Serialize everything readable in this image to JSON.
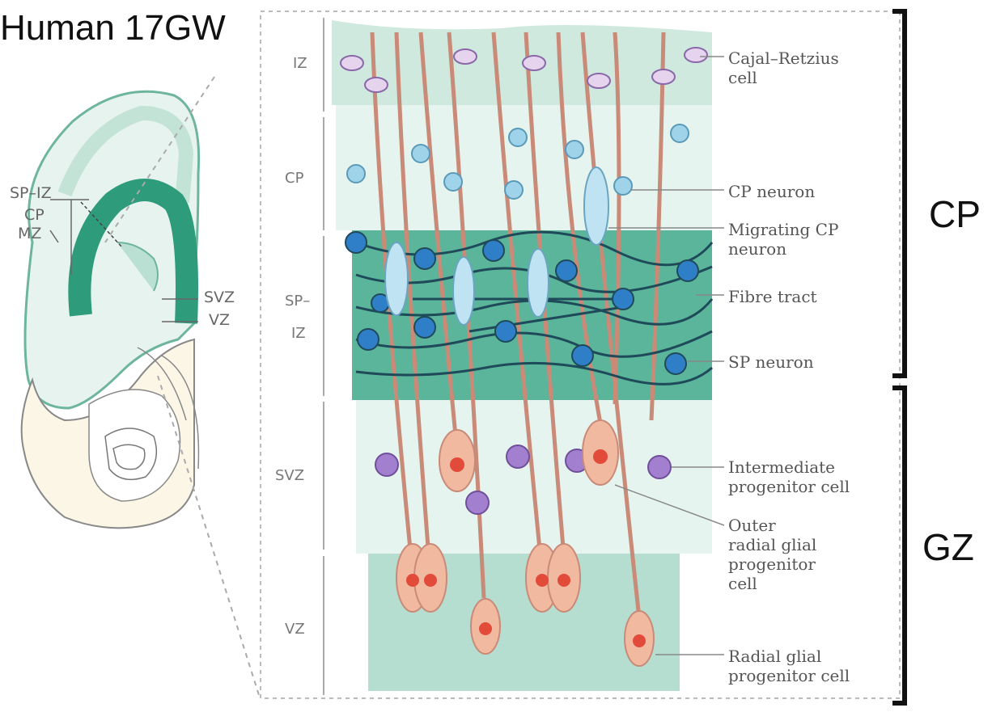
{
  "title": "Human 17GW",
  "brain_labels": {
    "sp_iz": "SP–IZ",
    "cp": "CP",
    "mz": "MZ",
    "svz": "SVZ",
    "vz": "VZ"
  },
  "zone_labels": {
    "iz": "IZ",
    "cp": "CP",
    "sp_iz_1": "SP–",
    "sp_iz_2": "IZ",
    "svz": "SVZ",
    "vz": "VZ"
  },
  "cell_labels": [
    [
      "Cajal–Retzius",
      "cell"
    ],
    [
      "CP neuron"
    ],
    [
      "Migrating CP",
      "neuron"
    ],
    [
      "Fibre tract"
    ],
    [
      "SP neuron"
    ],
    [
      "Intermediate",
      "progenitor cell"
    ],
    [
      "Outer",
      "radial glial",
      "progenitor",
      "cell"
    ],
    [
      "Radial glial",
      "progenitor cell"
    ]
  ],
  "brackets": {
    "top": "CP",
    "bottom": "GZ"
  },
  "colors": {
    "teal_dark": "#2e9b7a",
    "teal_mid": "#8fd0bb",
    "teal_light": "#d3ece4",
    "fiber": "#1f4a5a",
    "radial": "#c98a78",
    "radial_fill": "#f0b9a0",
    "blue_cell": "#2f7fc8",
    "purple_cell": "#a37fd0",
    "light_blue_cell": "#9fd3ea"
  }
}
